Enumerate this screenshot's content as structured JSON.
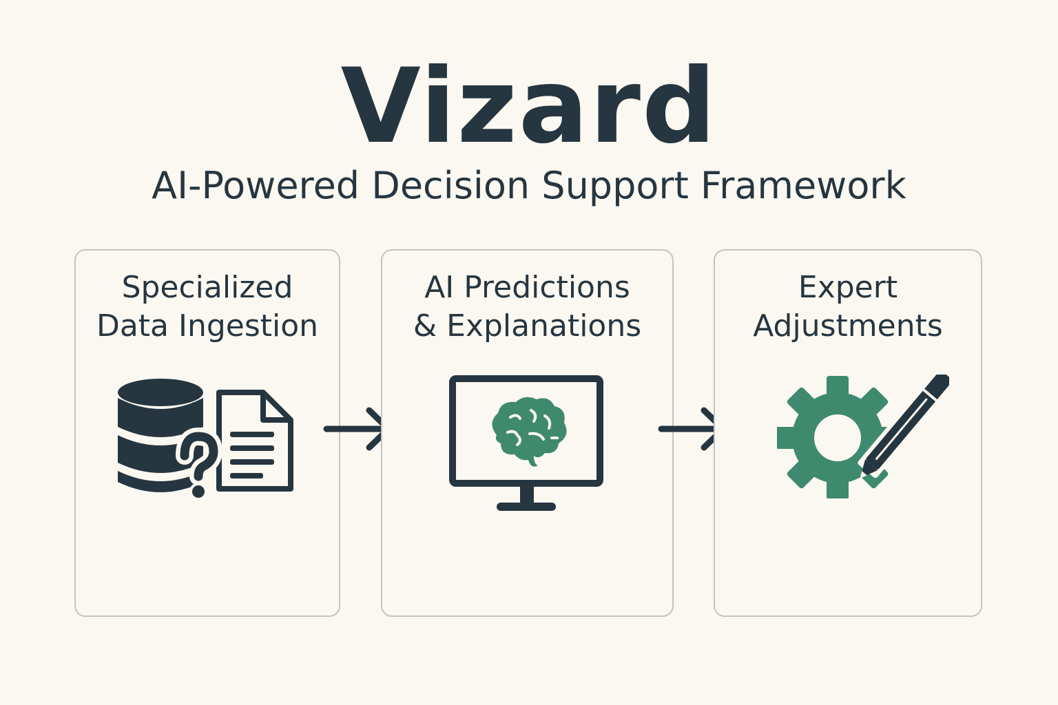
{
  "header": {
    "title": "Vizard",
    "subtitle": "AI-Powered Decision Support Framework"
  },
  "steps": [
    {
      "line1": "Specialized",
      "line2": "Data Ingestion",
      "icon": "database-document-question-icon"
    },
    {
      "line1": "AI Predictions",
      "line2": "& Explanations",
      "icon": "monitor-brain-icon"
    },
    {
      "line1": "Expert",
      "line2": "Adjustments",
      "icon": "gear-pencil-icon"
    }
  ],
  "colors": {
    "background": "#fbf8f1",
    "ink": "#263640",
    "accent_green": "#3f8a6e",
    "card_border": "#c4c4c4"
  }
}
